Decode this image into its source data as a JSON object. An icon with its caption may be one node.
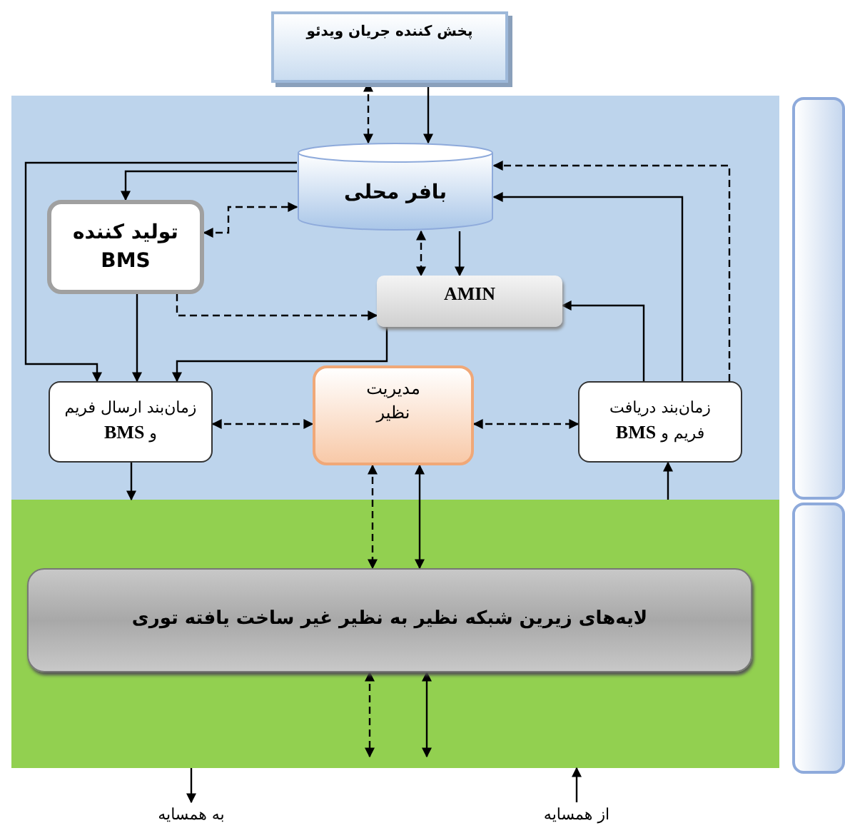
{
  "diagram": {
    "nodes": [
      {
        "text": [
          "پخش کننده جریان ویدئو"
        ]
      },
      {
        "text": [
          "بافر محلی"
        ]
      },
      {
        "text": [
          "تولید کننده BMS"
        ]
      },
      {
        "text": [
          "AMIN"
        ]
      },
      {
        "text": [
          "زمان‌بند ارسال فریم و **BMS**"
        ]
      },
      {
        "text": [
          "مدیریت نظیر"
        ]
      },
      {
        "text": [
          "زمان‌بند دریافت فریم و **BMS**"
        ]
      },
      {
        "text": [
          "لایه‌های زیرین شبکه نظیر به نظیر غیر ساخت یافته توری"
        ]
      },
      {
        "text": [
          "به همسایه"
        ]
      },
      {
        "text": [
          "از همسایه"
        ]
      },
      {
        "text": [],
        "shape": "box"
      },
      {
        "text": [],
        "shape": "box"
      }
    ],
    "edges": [
      {
        "from": 0,
        "to": 1,
        "arrow": "both",
        "style": "dashed"
      },
      {
        "from": 0,
        "to": 1,
        "arrow": "to"
      },
      {
        "from": 1,
        "to": 2,
        "arrow": "to"
      },
      {
        "from": 1,
        "to": 4,
        "arrow": "to"
      },
      {
        "from": 2,
        "to": 1,
        "arrow": "both",
        "style": "dashed"
      },
      {
        "from": 1,
        "to": 3,
        "arrow": "both",
        "style": "dashed"
      },
      {
        "from": 1,
        "to": 3,
        "arrow": "to"
      },
      {
        "from": 2,
        "to": 3,
        "arrow": "to",
        "style": "dashed"
      },
      {
        "from": 2,
        "to": 4,
        "arrow": "to"
      },
      {
        "from": 3,
        "to": 4,
        "arrow": "to"
      },
      {
        "from": 6,
        "to": 3,
        "arrow": "to"
      },
      {
        "from": 6,
        "to": 1,
        "arrow": "to"
      },
      {
        "from": 6,
        "to": 1,
        "arrow": "to",
        "style": "dashed"
      },
      {
        "from": 4,
        "to": 5,
        "arrow": "both",
        "style": "dashed"
      },
      {
        "from": 5,
        "to": 6,
        "arrow": "both",
        "style": "dashed"
      },
      {
        "from": 5,
        "to": 7,
        "arrow": "both",
        "style": "dashed"
      },
      {
        "from": 5,
        "to": 7,
        "arrow": "both"
      },
      {
        "from": 4,
        "to": null,
        "arrow": "to"
      },
      {
        "from": null,
        "to": 6,
        "arrow": "to"
      },
      {
        "from": 7,
        "to": null,
        "arrow": "both",
        "style": "dashed"
      },
      {
        "from": 7,
        "to": null,
        "arrow": "both"
      },
      {
        "from": null,
        "to": 8,
        "arrow": "to"
      },
      {
        "from": 9,
        "to": null,
        "arrow": "to"
      }
    ]
  }
}
